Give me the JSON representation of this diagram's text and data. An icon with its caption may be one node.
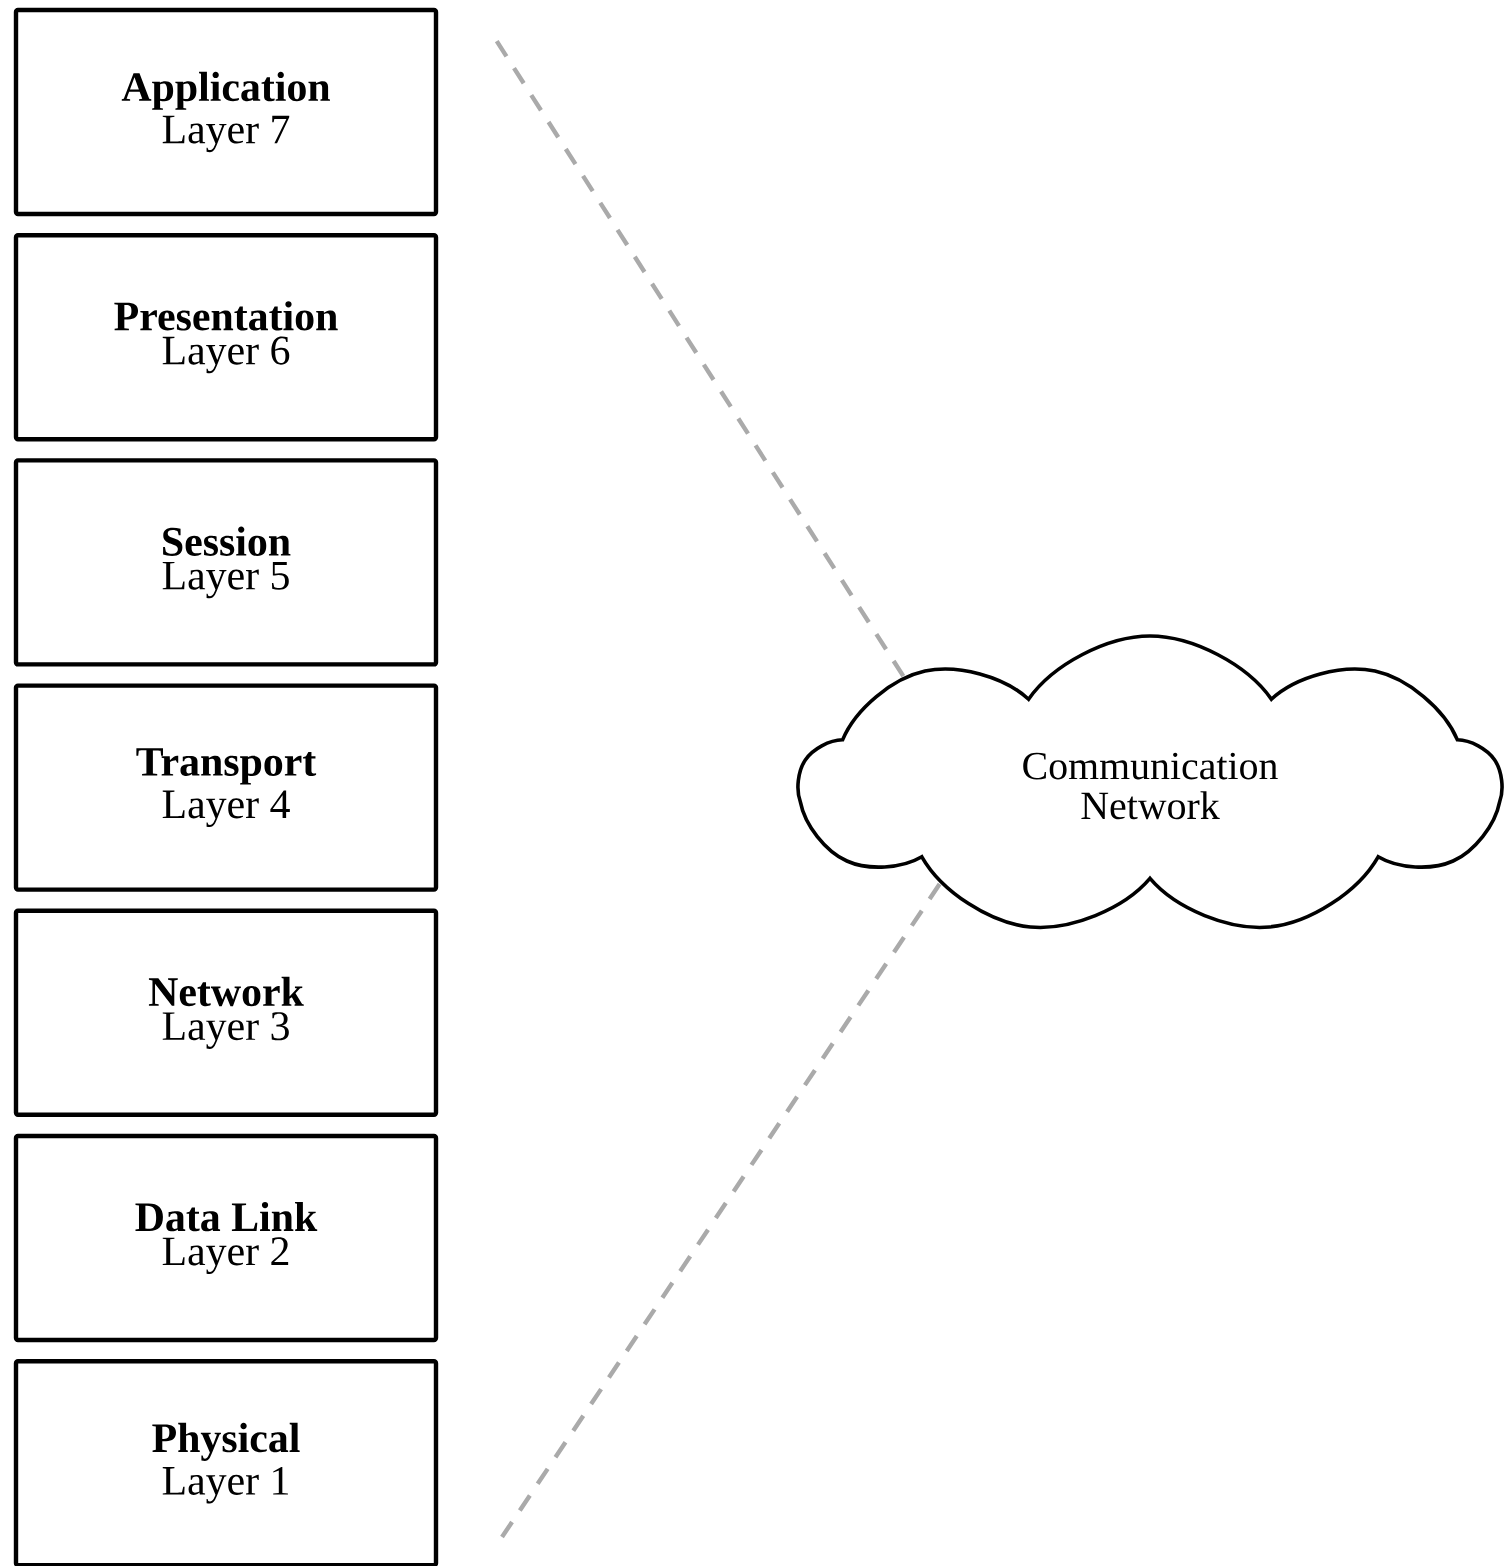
{
  "diagram": {
    "nodes": [
      {
        "text": [
          "Application",
          "Layer 7"
        ]
      },
      {
        "text": [
          "Presentation",
          "Layer 6"
        ]
      },
      {
        "text": [
          "Session",
          "Layer 5"
        ]
      },
      {
        "text": [
          "Transport",
          "Layer 4"
        ]
      },
      {
        "text": [
          "Network",
          "Layer 3"
        ]
      },
      {
        "text": [
          "Data Link",
          "Layer 2"
        ]
      },
      {
        "text": [
          "Physical",
          "Layer 1"
        ]
      },
      {
        "text": [
          "Communication Network"
        ]
      }
    ],
    "edges": [
      {
        "from": 7,
        "to": null,
        "arrow": "none",
        "style": "dashed",
        "color": "#aaaaaa"
      },
      {
        "from": 7,
        "to": null,
        "arrow": "none",
        "style": "dashed",
        "color": "#aaaaaa"
      }
    ]
  }
}
